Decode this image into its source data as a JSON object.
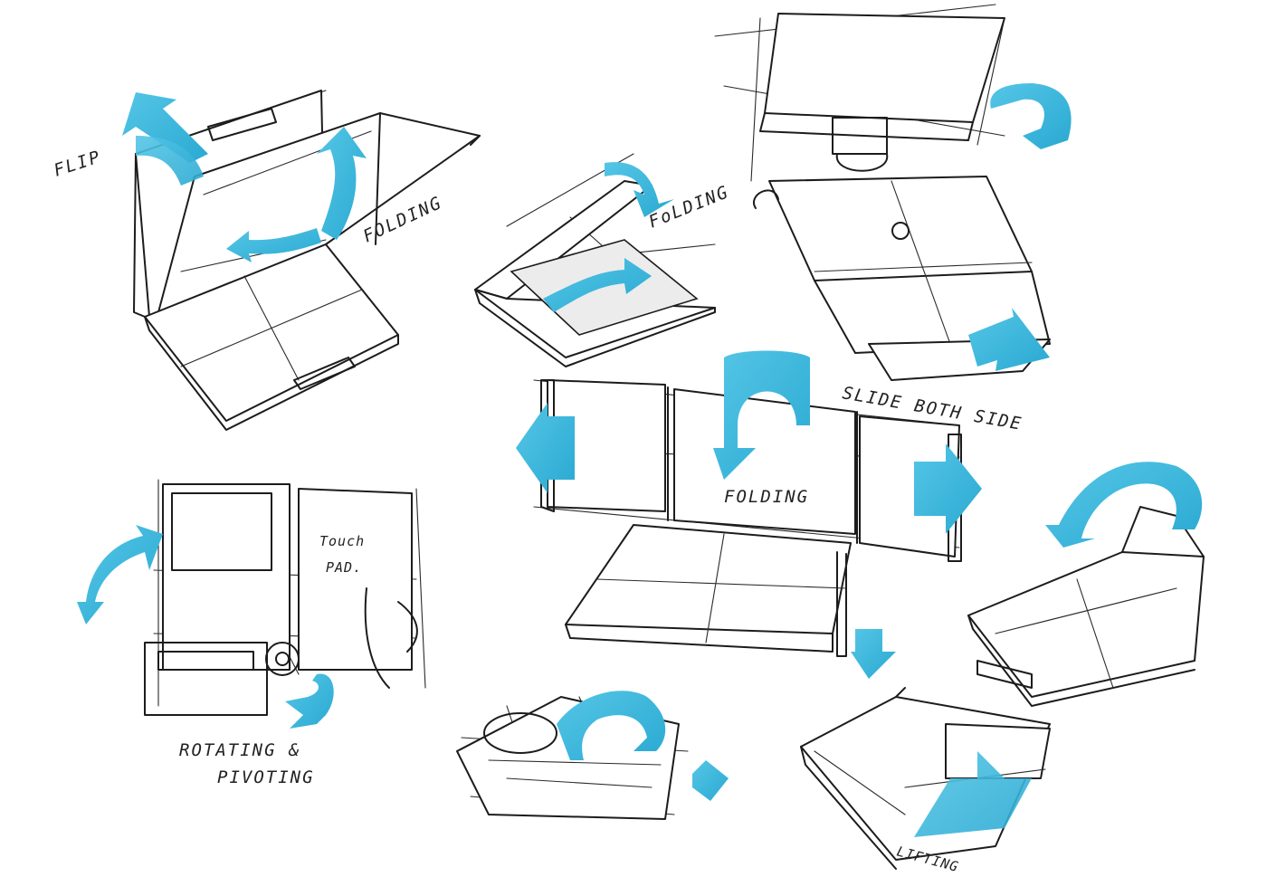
{
  "colors": {
    "ink": "#1c1c1c",
    "marker": "#3ab7dc",
    "marker_light": "#8fd8ee",
    "paper": "#ffffff"
  },
  "labels": {
    "flip": "FLIP",
    "folding_1": "FOLDING",
    "folding_2": "FoLDING",
    "folding_3": "FOLDING",
    "slide_both_side": "SLIDE BOTH SIDE",
    "touch": "Touch",
    "pad": "PAD.",
    "rotating": "ROTATING &",
    "pivoting": "PIVOTING",
    "lifting": "LIFTING"
  }
}
